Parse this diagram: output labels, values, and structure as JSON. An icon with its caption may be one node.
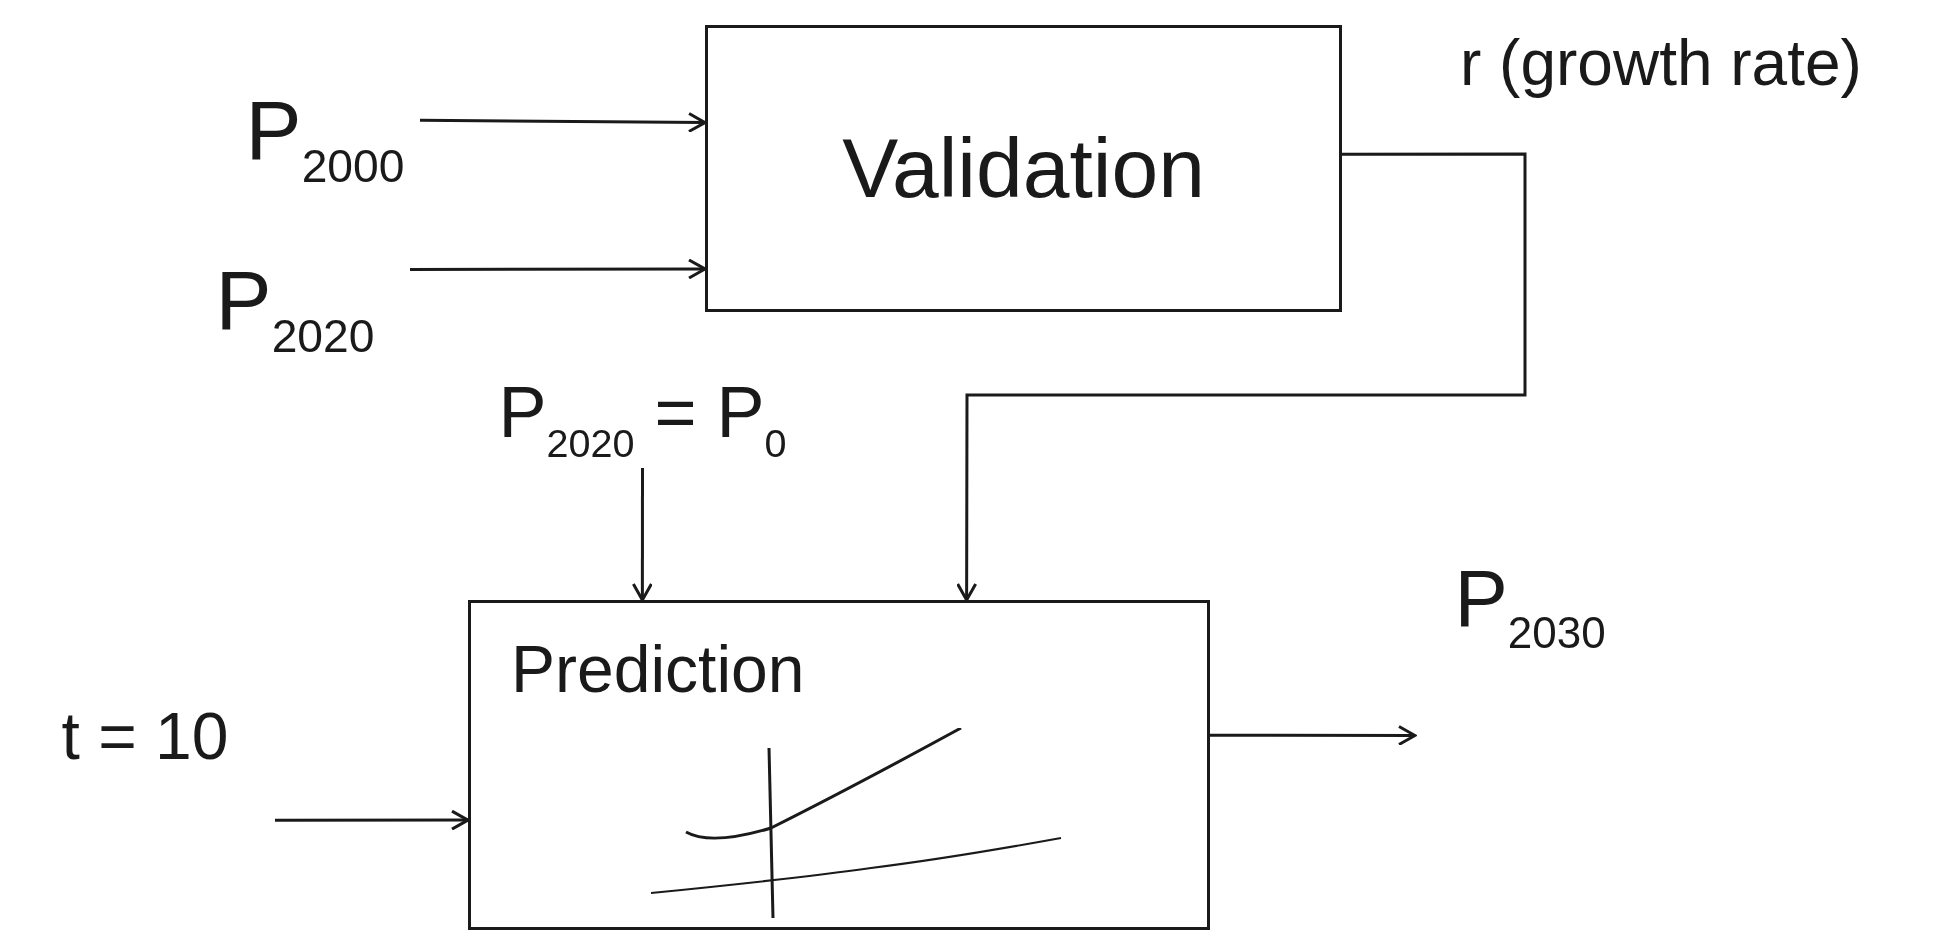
{
  "diagram": {
    "nodes": [
      {
        "text": [
          "P$_{2000}$"
        ]
      },
      {
        "text": [
          "P$_{2020}$"
        ]
      },
      {
        "text": [
          "Validation"
        ]
      },
      {
        "text": [
          "P$_{2020}$ = P$_{0}$"
        ]
      },
      {
        "text": [
          "t = 10"
        ]
      },
      {
        "text": [
          "Prediction"
        ]
      },
      {
        "text": [
          "P$_{2030}$"
        ]
      }
    ],
    "edges": [
      {
        "from": 0,
        "to": 2,
        "arrow": "to"
      },
      {
        "from": 1,
        "to": 2,
        "arrow": "to"
      },
      {
        "from": 2,
        "to": 5,
        "arrow": "to",
        "label": "r (growth rate)"
      },
      {
        "from": 3,
        "to": 5,
        "arrow": "to"
      },
      {
        "from": 4,
        "to": 5,
        "arrow": "to"
      },
      {
        "from": 5,
        "to": 6,
        "arrow": "to"
      }
    ]
  }
}
